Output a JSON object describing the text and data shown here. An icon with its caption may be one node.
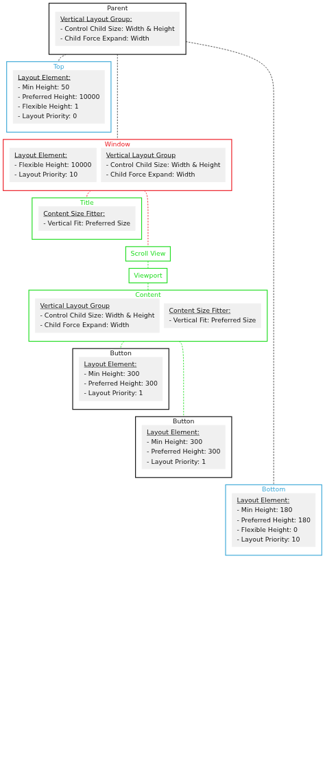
{
  "diagram": {
    "nodes": [
      {
        "text": [
          "Parent"
        ]
      },
      {
        "text": [
          "Vertical Layout Group:",
          "- Control Child Size: Width & Height",
          "- Child Force Expand: Width"
        ],
        "in": 0
      },
      {
        "text": [
          "Top"
        ]
      },
      {
        "text": [
          "Layout Element:",
          "- Min Height: 50",
          "- Preferred Height: 10000",
          "- Flexible Height: 1",
          "- Layout Priority: 0"
        ],
        "in": 2
      },
      {
        "text": [
          "Window"
        ]
      },
      {
        "text": [
          "Layout Element:",
          "- Flexible Height: 10000",
          "- Layout Priority: 10"
        ],
        "in": 4
      },
      {
        "text": [
          "Vertical Layout Group",
          "- Control Child Size: Width & Height",
          "- Child Force Expand: Width"
        ],
        "in": 4
      },
      {
        "text": [
          "Title"
        ]
      },
      {
        "text": [
          "Content Size Fitter:",
          "- Vertical Fit: Preferred Size"
        ],
        "in": 7
      },
      {
        "text": [
          "Scroll View"
        ]
      },
      {
        "text": [
          "Viewport"
        ]
      },
      {
        "text": [
          "Content"
        ]
      },
      {
        "text": [
          "Vertical Layout Group",
          "- Control Child Size: Width & Height",
          "- Child Force Expand: Width"
        ],
        "in": 11
      },
      {
        "text": [
          "Content Size Fitter:",
          "- Vertical Fit: Preferred Size"
        ],
        "in": 11
      },
      {
        "text": [
          "Button"
        ]
      },
      {
        "text": [
          "Layout Element:",
          "- Min Height: 300",
          "- Preferred Height: 300",
          "- Layout Priority: 1"
        ],
        "in": 14
      },
      {
        "text": [
          "Button"
        ]
      },
      {
        "text": [
          "Layout Element:",
          "- Min Height: 300",
          "- Preferred Height: 300",
          "- Layout Priority: 1"
        ],
        "in": 16
      },
      {
        "text": [
          "Bottom"
        ]
      },
      {
        "text": [
          "Layout Element:",
          "- Min Height: 180",
          "- Preferred Height: 180",
          "- Flexible Height: 0",
          "- Layout Priority: 10"
        ],
        "in": 18
      }
    ],
    "edges": [
      {
        "from": 0,
        "to": 2,
        "arrow": "none",
        "style": "dashed",
        "color": "#333333"
      },
      {
        "from": 0,
        "to": 4,
        "arrow": "none",
        "style": "dashed",
        "color": "#333333"
      },
      {
        "from": 0,
        "to": 18,
        "arrow": "none",
        "style": "dashed",
        "color": "#333333"
      },
      {
        "from": 4,
        "to": 7,
        "arrow": "none",
        "style": "dashed",
        "color": "#ed1c24"
      },
      {
        "from": 4,
        "to": 9,
        "arrow": "none",
        "style": "dashed",
        "color": "#ed1c24"
      },
      {
        "from": 9,
        "to": 10,
        "arrow": "none",
        "style": "dashed",
        "color": "#22dd22"
      },
      {
        "from": 10,
        "to": 11,
        "arrow": "none",
        "style": "dashed",
        "color": "#22dd22"
      },
      {
        "from": 11,
        "to": 14,
        "arrow": "none",
        "style": "dashed",
        "color": "#22dd22"
      },
      {
        "from": 11,
        "to": 16,
        "arrow": "none",
        "style": "dashed",
        "color": "#22dd22"
      }
    ]
  }
}
